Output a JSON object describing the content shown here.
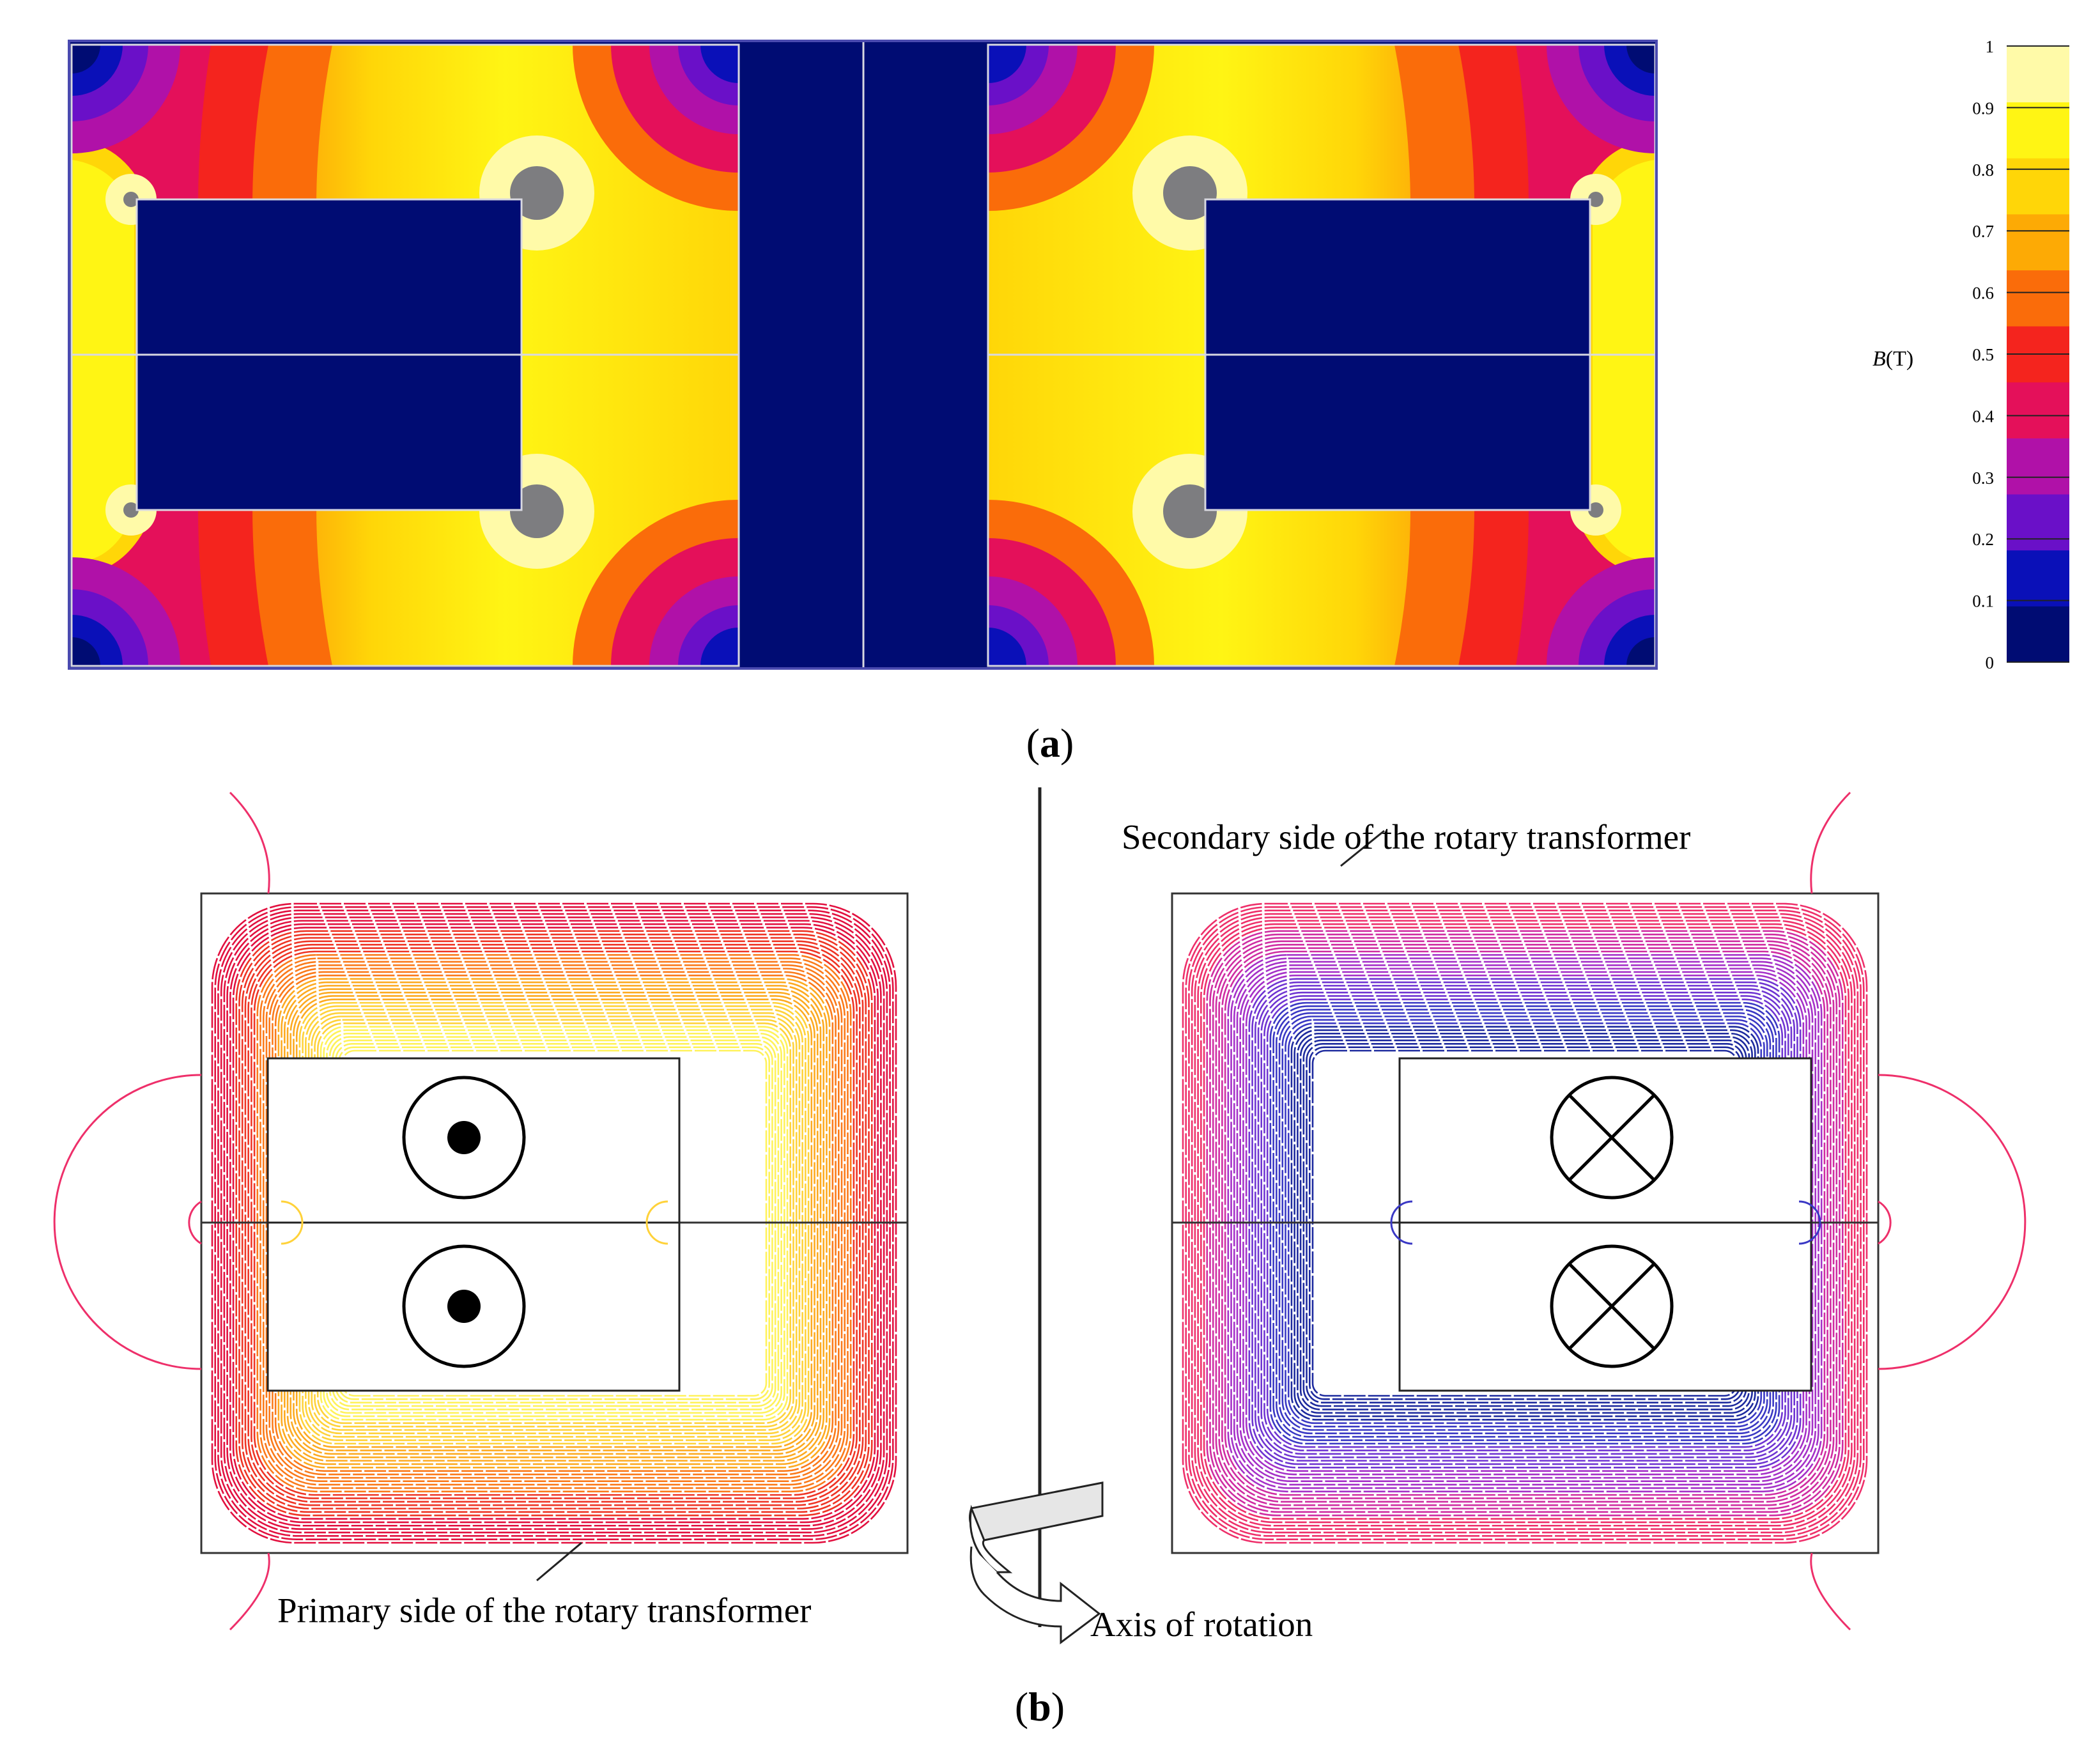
{
  "panel_a": {
    "label": "a",
    "colorbar": {
      "quantity_italic": "B",
      "quantity_unit": "(T)",
      "ticks": [
        "0",
        "0.1",
        "0.2",
        "0.3",
        "0.4",
        "0.5",
        "0.6",
        "0.7",
        "0.8",
        "0.9",
        "1"
      ],
      "colors": [
        "#000c73",
        "#0a10b8",
        "#6a10c8",
        "#b011a8",
        "#e4105a",
        "#f4241e",
        "#fa6c0a",
        "#fdaa05",
        "#ffd608",
        "#fff514",
        "#fffaa8"
      ]
    },
    "background_color": "#000c73",
    "saturated_color": "#7d7d80"
  },
  "panel_b": {
    "label": "b",
    "annotations": {
      "secondary": "Secondary side of the rotary transformer",
      "primary": "Primary side of the rotary transformer",
      "axis": "Axis of rotation"
    },
    "primary_colors": [
      "#e2103f",
      "#ef3424",
      "#fb7a1a",
      "#fdaa20",
      "#ffd23a",
      "#fff25a"
    ],
    "secondary_colors": [
      "#ee2f6a",
      "#cf2ca2",
      "#a530c8",
      "#6f34d2",
      "#3a38c4",
      "#1d2a9e"
    ],
    "field_line_color": "#ee2f6a",
    "current_symbols": {
      "primary": "dot",
      "secondary": "cross"
    }
  }
}
